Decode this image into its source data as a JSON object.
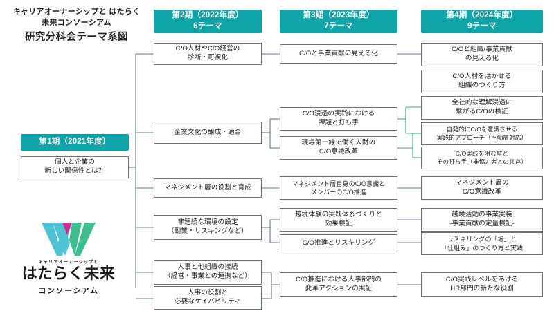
{
  "header": {
    "org_name_line1": "キャリアオーナーシップと",
    "org_name_line2": "はたらく未来コンソーシアム",
    "doc_title": "研究分科会テーマ系図"
  },
  "colors": {
    "accent_teal": "#0FA5A8",
    "box_border": "#6F7378",
    "wire_blue": "#5B7E98",
    "wire_green": "#3FA97F",
    "logo_cyan": "#4EC3D6",
    "logo_green": "#3FBF8F",
    "logo_magenta": "#CE2D8E",
    "text_dark": "#231F20"
  },
  "logo": {
    "symbol_name": "w-mark-logo",
    "tagline": "キャリアオーナーシップと",
    "name_main": "はたらく未来",
    "name_sub": "コンソーシアム"
  },
  "phases": [
    {
      "id": "phase1",
      "label_line1": "第1期（2021年度）",
      "label_line2": ""
    },
    {
      "id": "phase2",
      "label_line1": "第2期（2022年度）",
      "label_line2": "6テーマ"
    },
    {
      "id": "phase3",
      "label_line1": "第3期（2023年度）",
      "label_line2": "7テーマ"
    },
    {
      "id": "phase4",
      "label_line1": "第4期（2024年度）",
      "label_line2": "9テーマ"
    }
  ],
  "nodes": {
    "p1": [
      {
        "id": "p1-1",
        "lines": [
          "個人と企業の",
          "新しい関係性とは？"
        ]
      }
    ],
    "p2": [
      {
        "id": "p2-1",
        "lines": [
          "C/O人材やC/O経営の",
          "診断・可視化"
        ]
      },
      {
        "id": "p2-2",
        "lines": [
          "企業文化の醸成・適合"
        ]
      },
      {
        "id": "p2-3",
        "lines": [
          "マネジメント層の役割と育成"
        ]
      },
      {
        "id": "p2-4",
        "lines": [
          "非連続な環境の設定",
          "（副業・リスキングなど）"
        ]
      },
      {
        "id": "p2-5",
        "lines": [
          "人事と他組織の接続",
          "（経営・事業との連携など）"
        ]
      },
      {
        "id": "p2-6",
        "lines": [
          "人事の役割と",
          "必要なケイパビリティ"
        ]
      }
    ],
    "p3": [
      {
        "id": "p3-1",
        "lines": [
          "C/Oと事業貢献の見える化"
        ]
      },
      {
        "id": "p3-2",
        "lines": [
          "C/O浸透の実践における",
          "課題と打ち手"
        ]
      },
      {
        "id": "p3-3",
        "lines": [
          "現場第一線で働く人財の",
          "C/O意識改革"
        ]
      },
      {
        "id": "p3-4",
        "lines": [
          "マネジメント層自身のC/O意識と",
          "メンバーのC/O推進"
        ]
      },
      {
        "id": "p3-5",
        "lines": [
          "越境体験の実践体系づくりと",
          "効果検証"
        ]
      },
      {
        "id": "p3-6",
        "lines": [
          "C/O推進とリスキリング"
        ]
      },
      {
        "id": "p3-7",
        "lines": [
          "C/O推進における人事部門の",
          "変革アクションの実証"
        ]
      }
    ],
    "p4": [
      {
        "id": "p4-1",
        "lines": [
          "C/Oと組織/事業貢献",
          "の見える化"
        ]
      },
      {
        "id": "p4-2",
        "lines": [
          "C/O人材を活かせる",
          "組織のつくり方"
        ]
      },
      {
        "id": "p4-3",
        "lines": [
          "全社的な理解浸透に",
          "繋がるC/Oの検証"
        ]
      },
      {
        "id": "p4-4",
        "lines": [
          "自発的にC/Oを意識させる",
          "実践的アプローチ（不動層対応）"
        ]
      },
      {
        "id": "p4-5",
        "lines": [
          "C/O実践を阻む壁と",
          "その打ち手（非協力者との共存）"
        ]
      },
      {
        "id": "p4-6",
        "lines": [
          "マネジメント層の",
          "C/O意識改革"
        ]
      },
      {
        "id": "p4-7",
        "lines": [
          "越境活動の事業実装",
          "-事業貢献の定量検証-"
        ]
      },
      {
        "id": "p4-8",
        "lines": [
          "リスキリングの「場」と",
          "「仕組み」のつくり方と実践"
        ]
      },
      {
        "id": "p4-9",
        "lines": [
          "C/O実践レベルをあげる",
          "HR部門の新たな役割"
        ]
      }
    ]
  }
}
